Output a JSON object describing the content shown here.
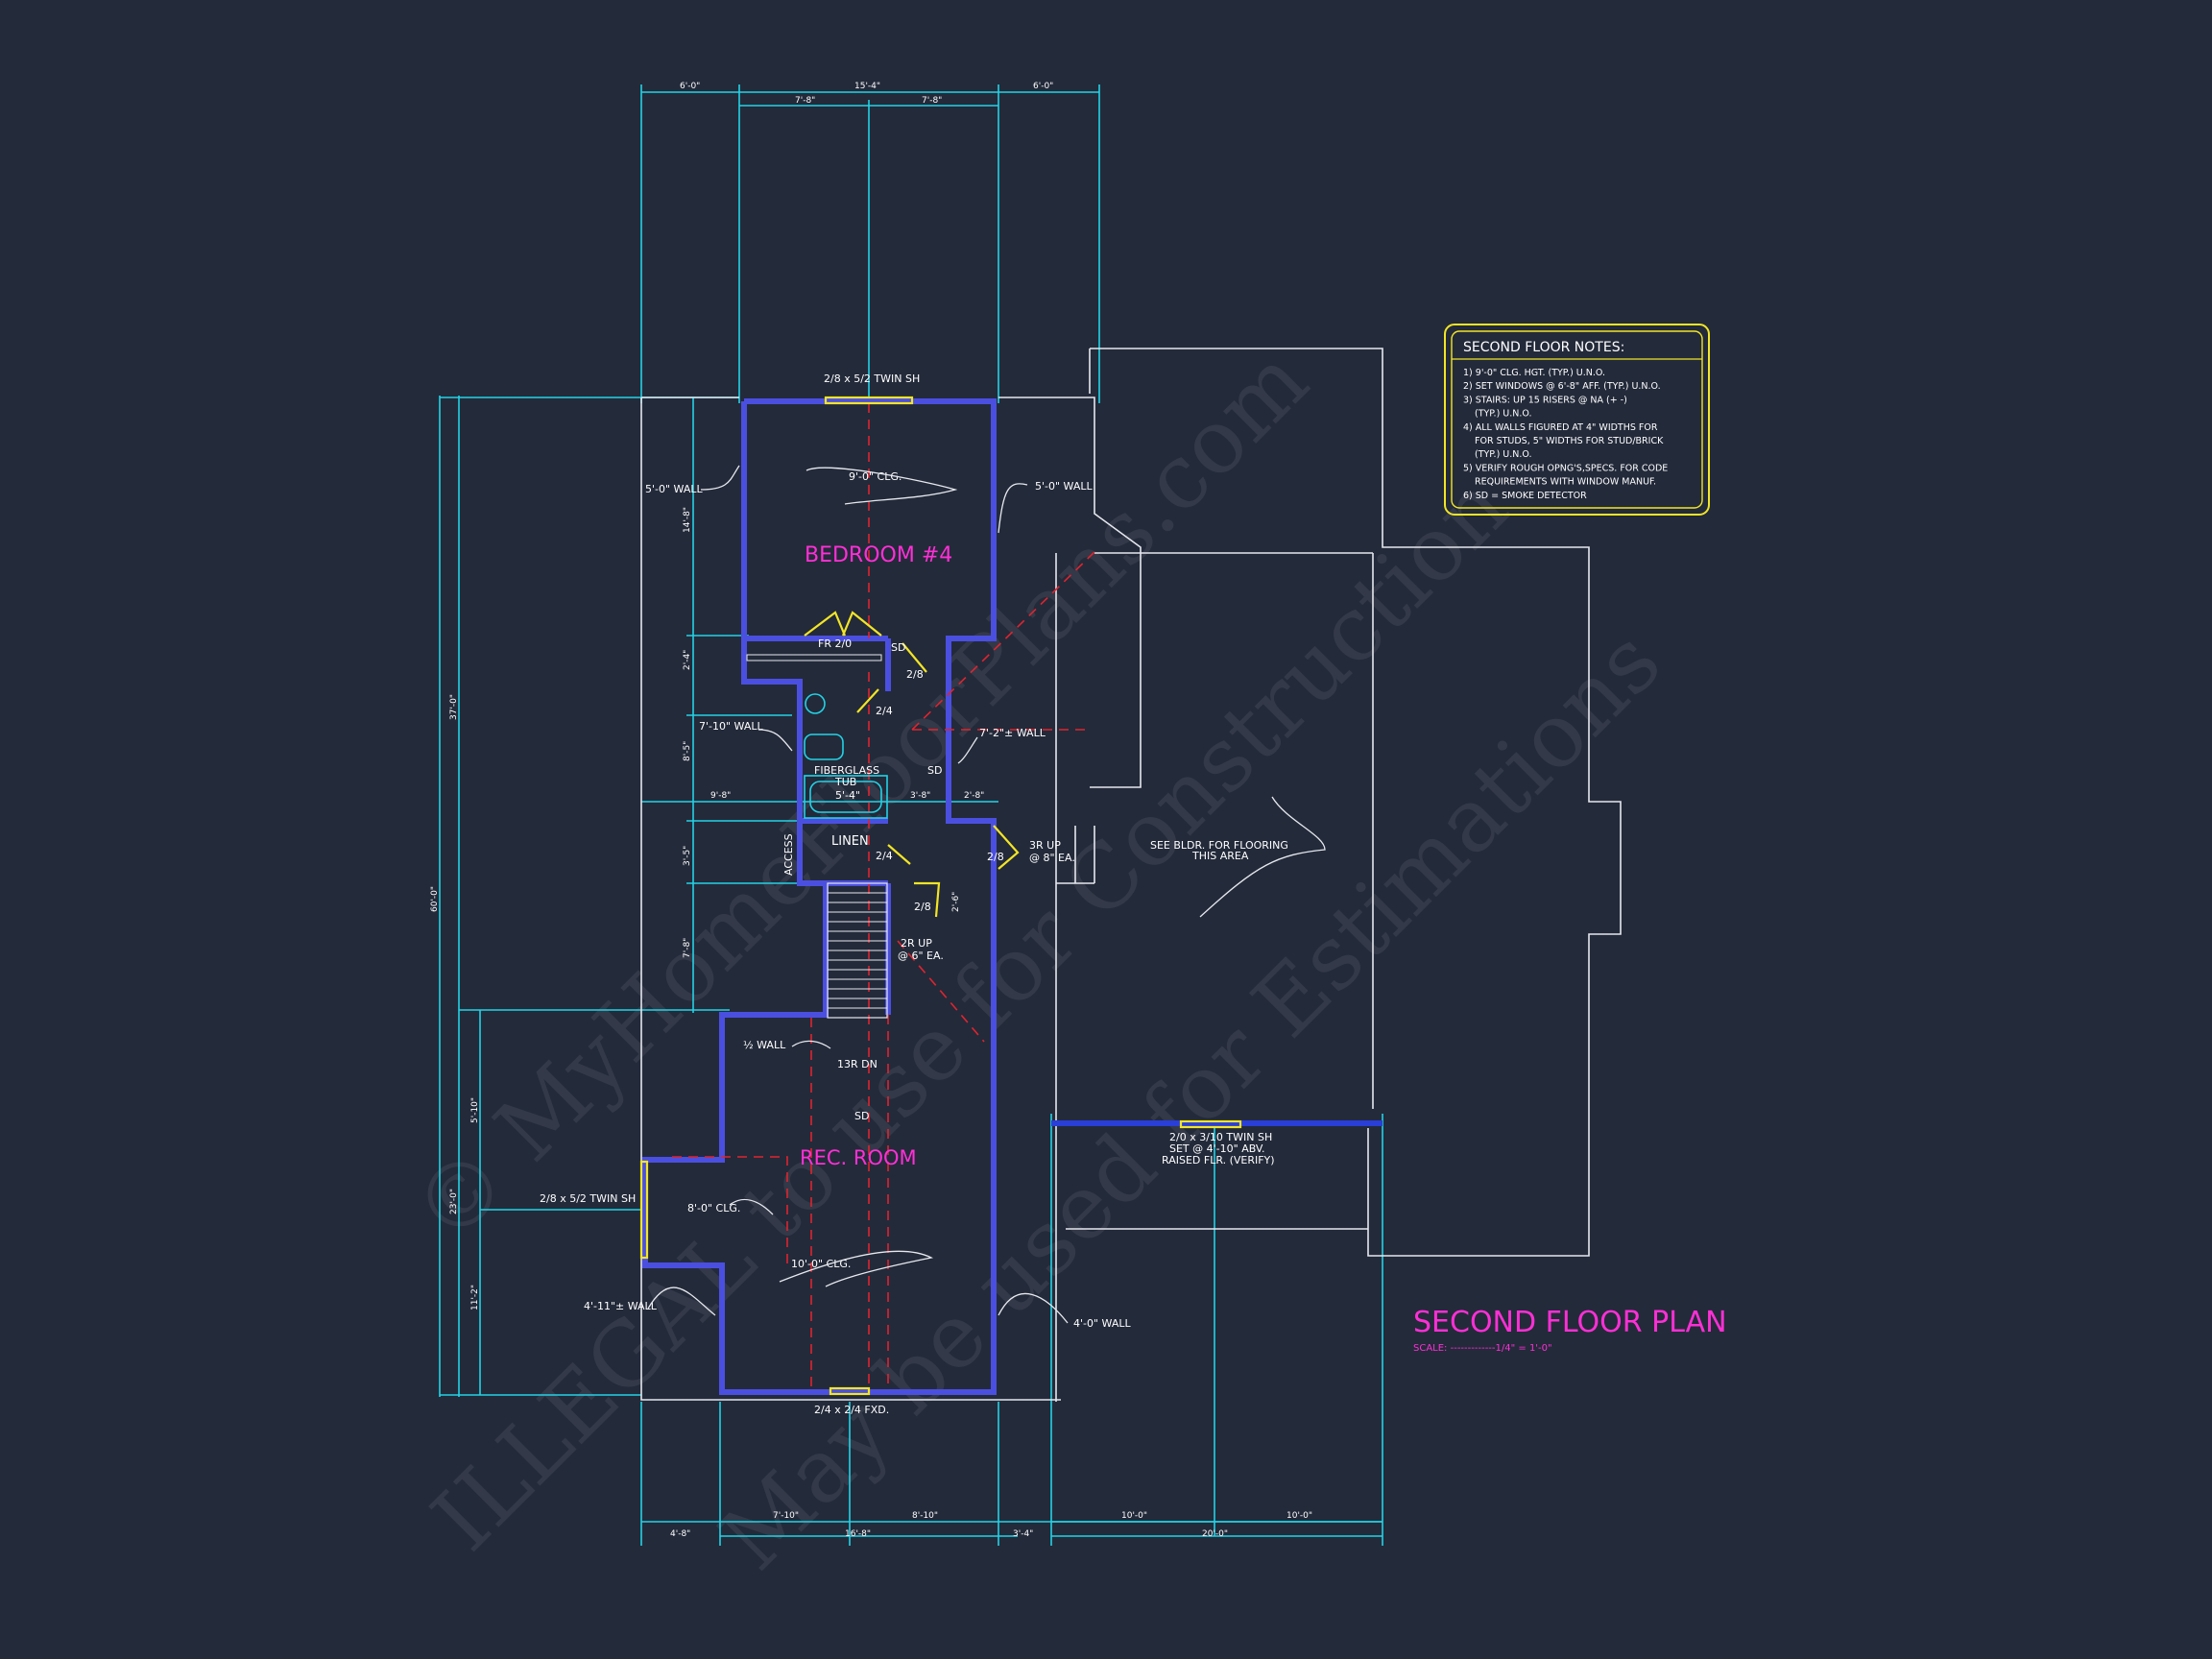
{
  "watermark": {
    "line1": "© MyHomeFloorPlans.com",
    "line2": "ILLEGAL to use for Construction",
    "line3": "May be used for Estimations"
  },
  "title": {
    "main": "SECOND FLOOR PLAN",
    "scale": "SCALE: -------------1/4\" = 1'-0\""
  },
  "notes": {
    "heading": "SECOND FLOOR NOTES:",
    "items": [
      "1) 9'-0\"  CLG. HGT. (TYP.) U.N.O.",
      "2) SET WINDOWS @ 6'-8\" AFF. (TYP.) U.N.O.",
      "3) STAIRS: UP 15 RISERS @ NA (+ -)",
      "(TYP.) U.N.O.",
      "4) ALL WALLS FIGURED AT 4\" WIDTHS FOR",
      "FOR STUDS, 5\" WIDTHS FOR STUD/BRICK",
      "(TYP.) U.N.O.",
      "5) VERIFY ROUGH OPNG'S,SPECS. FOR CODE",
      "REQUIREMENTS WITH WINDOW MANUF.",
      "6) SD = SMOKE DETECTOR"
    ]
  },
  "rooms": {
    "bedroom": "BEDROOM #4",
    "rec": "REC. ROOM",
    "linen": "LINEN"
  },
  "labels": {
    "win_top": "2/8 x 5/2 TWIN SH",
    "clg_bed": "9'-0\" CLG.",
    "wall_5_left": "5'-0\" WALL",
    "wall_5_right": "5'-0\" WALL",
    "fr": "FR 2/0",
    "sd1": "SD",
    "sd2": "SD",
    "sd3": "SD",
    "door_28a": "2/8",
    "door_24a": "2/4",
    "wall_710": "7'-10\" WALL",
    "wall_72": "7'-2\"± WALL",
    "tub1": "FIBERGLASS",
    "tub2": "TUB",
    "tub_dim": "5'-4\"",
    "access": "ACCESS",
    "door_24b": "2/4",
    "door_28b": "2/8",
    "door_28c": "2/8",
    "riser3a": "3R UP",
    "riser3b": "@ 8\" EA.",
    "riser2a": "2R UP",
    "riser2b": "@ 6\" EA.",
    "see_bldr1": "SEE BLDR. FOR FLOORING",
    "see_bldr2": "THIS AREA",
    "half_wall": "½ WALL",
    "stairs_dn": "13R DN",
    "win_big1": "2/0 x 3/10 TWIN SH",
    "win_big2": "SET @ 4'-10\" ABV.",
    "win_big3": "RAISED FLR. (VERIFY)",
    "win_left": "2/8 x 5/2 TWIN SH",
    "clg_8": "8'-0\" CLG.",
    "clg_10": "10'-0\" CLG.",
    "wall_411": "4'-11\"± WALL",
    "wall_4": "4'-0\" WALL",
    "win_bot": "2/4 x 2/4 FXD."
  },
  "dims": {
    "top1": "6'-0\"",
    "top2": "15'-4\"",
    "top3": "6'-0\"",
    "top4": "7'-8\"",
    "top5": "7'-8\"",
    "left_total": "60'-0\"",
    "left_37": "37'-0\"",
    "left_23": "23'-0\"",
    "l_14": "14'-8\"",
    "l_2": "2'-4\"",
    "l_8": "8'-5\"",
    "l_3": "3'-5\"",
    "l_7": "7'-8\"",
    "l_5": "5'-10\"",
    "l_11": "11'-2\"",
    "mid_9": "9'-8\"",
    "mid_3": "3'-8\"",
    "mid_2": "2'-8\"",
    "mid_2b": "2'-6\"",
    "bot1": "4'-8\"",
    "bot2": "7'-10\"",
    "bot3": "16'-8\"",
    "bot4": "8'-10\"",
    "bot5": "3'-4\"",
    "bot6": "10'-0\"",
    "bot7": "20'-0\"",
    "bot8": "10'-0\""
  }
}
